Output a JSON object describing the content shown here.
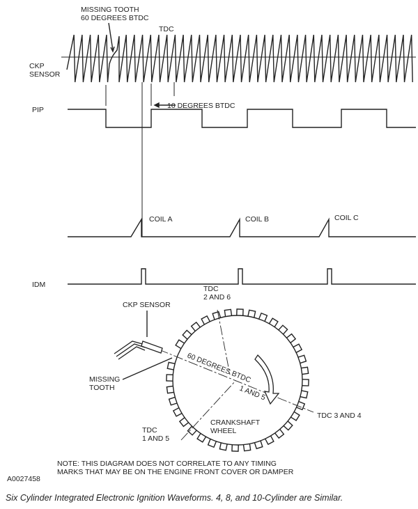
{
  "labels": {
    "missing_tooth_top_1": "MISSING TOOTH",
    "missing_tooth_top_2": "60 DEGREES BTDC",
    "tdc_top": "TDC",
    "ckp_1": "CKP",
    "ckp_2": "SENSOR",
    "pip": "PIP",
    "ten_deg": "10 DEGREES BTDC",
    "coil_a": "COIL A",
    "coil_b": "COIL B",
    "coil_c": "COIL C",
    "idm": "IDM",
    "tdc26_1": "TDC",
    "tdc26_2": "2 AND 6",
    "ckp_sensor": "CKP SENSOR",
    "missing_1": "MISSING",
    "missing_2": "TOOTH",
    "sixty": "60 DEGREES BTDC",
    "one_five_inner": "1 AND 5",
    "tdc34": "TDC 3 AND 4",
    "tdc15_1": "TDC",
    "tdc15_2": "1 AND 5",
    "crank_1": "CRANKSHAFT",
    "crank_2": "WHEEL",
    "note_1": "NOTE: THIS DIAGRAM DOES NOT CORRELATE TO ANY TIMING",
    "note_2": "MARKS THAT MAY BE ON THE ENGINE FRONT COVER OR DAMPER",
    "figure_id": "A0027458"
  },
  "caption": "Six Cylinder Integrated Electronic Ignition Waveforms. 4, 8, and 10-Cylinder are Similar."
}
